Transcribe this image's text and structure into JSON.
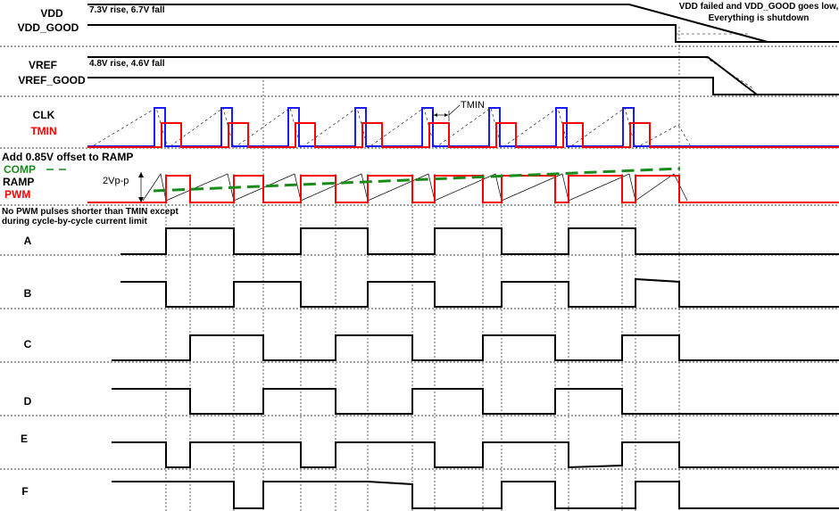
{
  "labels": {
    "vdd": "VDD",
    "vdd_good": "VDD_GOOD",
    "vdd_thresh": "7.3V rise, 6.7V fall",
    "vdd_fail_line1": "VDD failed and VDD_GOOD goes low,",
    "vdd_fail_line2": "Everything is shutdown",
    "vref": "VREF",
    "vref_good": "VREF_GOOD",
    "vref_thresh": "4.8V rise, 4.6V fall",
    "clk": "CLK",
    "tmin": "TMIN",
    "tmin_marker": "TMIN",
    "offset_note": "Add 0.85V offset to RAMP",
    "comp": "COMP",
    "ramp": "RAMP",
    "pwm": "PWM",
    "ramp_amp": "2Vp-p",
    "pwm_note_line1": "No PWM pulses shorter than TMIN except",
    "pwm_note_line2": "during cycle-by-cycle current limit",
    "a": "A",
    "b": "B",
    "c": "C",
    "d": "D",
    "e": "E",
    "f": "F"
  },
  "colors": {
    "clk": "#1a1aff",
    "tmin": "#ff0000",
    "pwm": "#ff0000",
    "comp": "#1a8a1a",
    "ink": "#000000"
  }
}
